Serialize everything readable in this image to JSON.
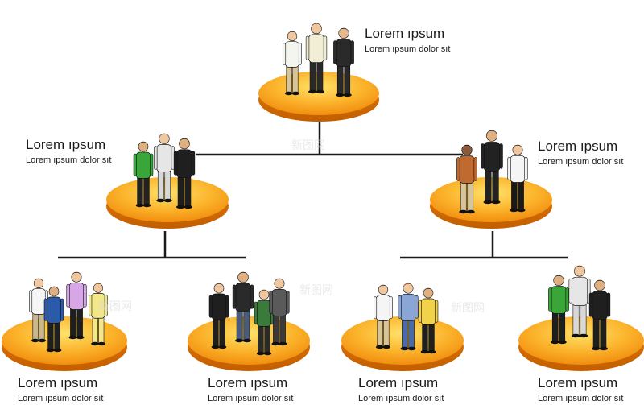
{
  "nodes": [
    {
      "id": "top",
      "title": "Lorem ıpsum",
      "subtitle": "Lorem ıpsum dolor sıt"
    },
    {
      "id": "mid-left",
      "title": "Lorem ıpsum",
      "subtitle": "Lorem ıpsum dolor sıt"
    },
    {
      "id": "mid-right",
      "title": "Lorem ıpsum",
      "subtitle": "Lorem ıpsum dolor sıt"
    },
    {
      "id": "bottom-1",
      "title": "Lorem ıpsum",
      "subtitle": "Lorem ıpsum dolor sıt"
    },
    {
      "id": "bottom-2",
      "title": "Lorem ıpsum",
      "subtitle": "Lorem ıpsum dolor sıt"
    },
    {
      "id": "bottom-3",
      "title": "Lorem ıpsum",
      "subtitle": "Lorem ıpsum dolor sıt"
    },
    {
      "id": "bottom-4",
      "title": "Lorem ıpsum",
      "subtitle": "Lorem ıpsum dolor sıt"
    }
  ],
  "edges": [
    [
      "top",
      "mid-left"
    ],
    [
      "top",
      "mid-right"
    ],
    [
      "mid-left",
      "bottom-1"
    ],
    [
      "mid-left",
      "bottom-2"
    ],
    [
      "mid-right",
      "bottom-3"
    ],
    [
      "mid-right",
      "bottom-4"
    ]
  ],
  "watermark": "新图网",
  "colors": {
    "platform_top": "#ffd54a",
    "platform_bottom": "#f08a0c",
    "platform_edge": "#d96e00",
    "connector": "#1a1a1a",
    "text": "#1a1a1a"
  }
}
